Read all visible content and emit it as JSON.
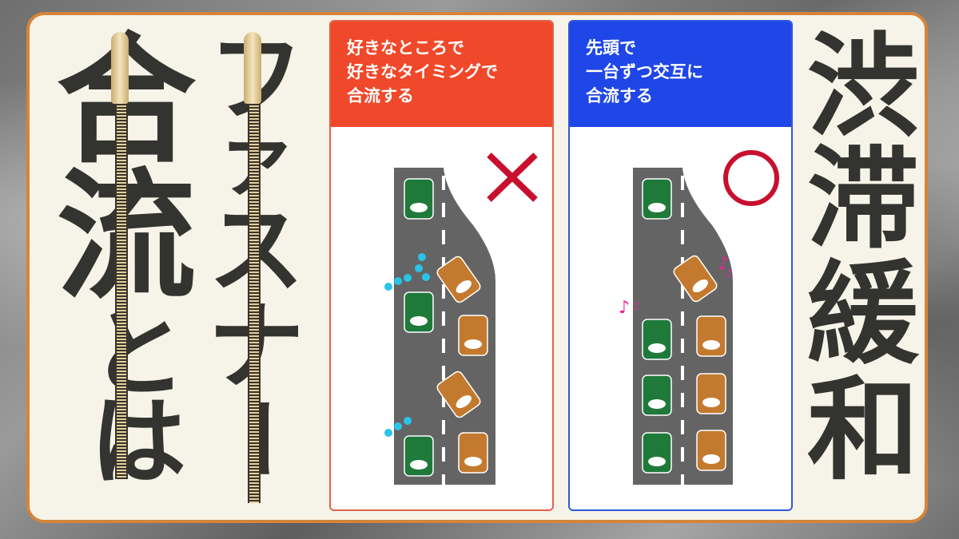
{
  "left_title": {
    "column_right": [
      "フ",
      "ァ",
      "ス",
      "ナ",
      "ー"
    ],
    "column_left": [
      "合",
      "流",
      "と",
      "は"
    ],
    "full_text": "ファスナー合流とは"
  },
  "right_title": {
    "chars": [
      "渋",
      "滞",
      "緩",
      "和"
    ],
    "full_text": "渋滞緩和"
  },
  "panels": [
    {
      "id": "bad",
      "header_color": "#f0482a",
      "lines": [
        "好きなところで",
        "好きなタイミングで",
        "合流する"
      ],
      "verdict_icon": "cross-icon",
      "verdict_color": "#c8102e",
      "effect_icon": "sweat-drops-icon"
    },
    {
      "id": "good",
      "header_color": "#1f46e6",
      "lines": [
        "先頭で",
        "一台ずつ交互に",
        "合流する"
      ],
      "verdict_icon": "circle-icon",
      "verdict_color": "#c8102e",
      "effect_icon": "music-notes-icon"
    }
  ],
  "colors": {
    "card_border": "#d6843a",
    "card_bg": "#f6f4e8",
    "road": "#646464",
    "car_green": "#1f7a3a",
    "car_orange": "#c47a2e",
    "text_dark": "#333330"
  }
}
